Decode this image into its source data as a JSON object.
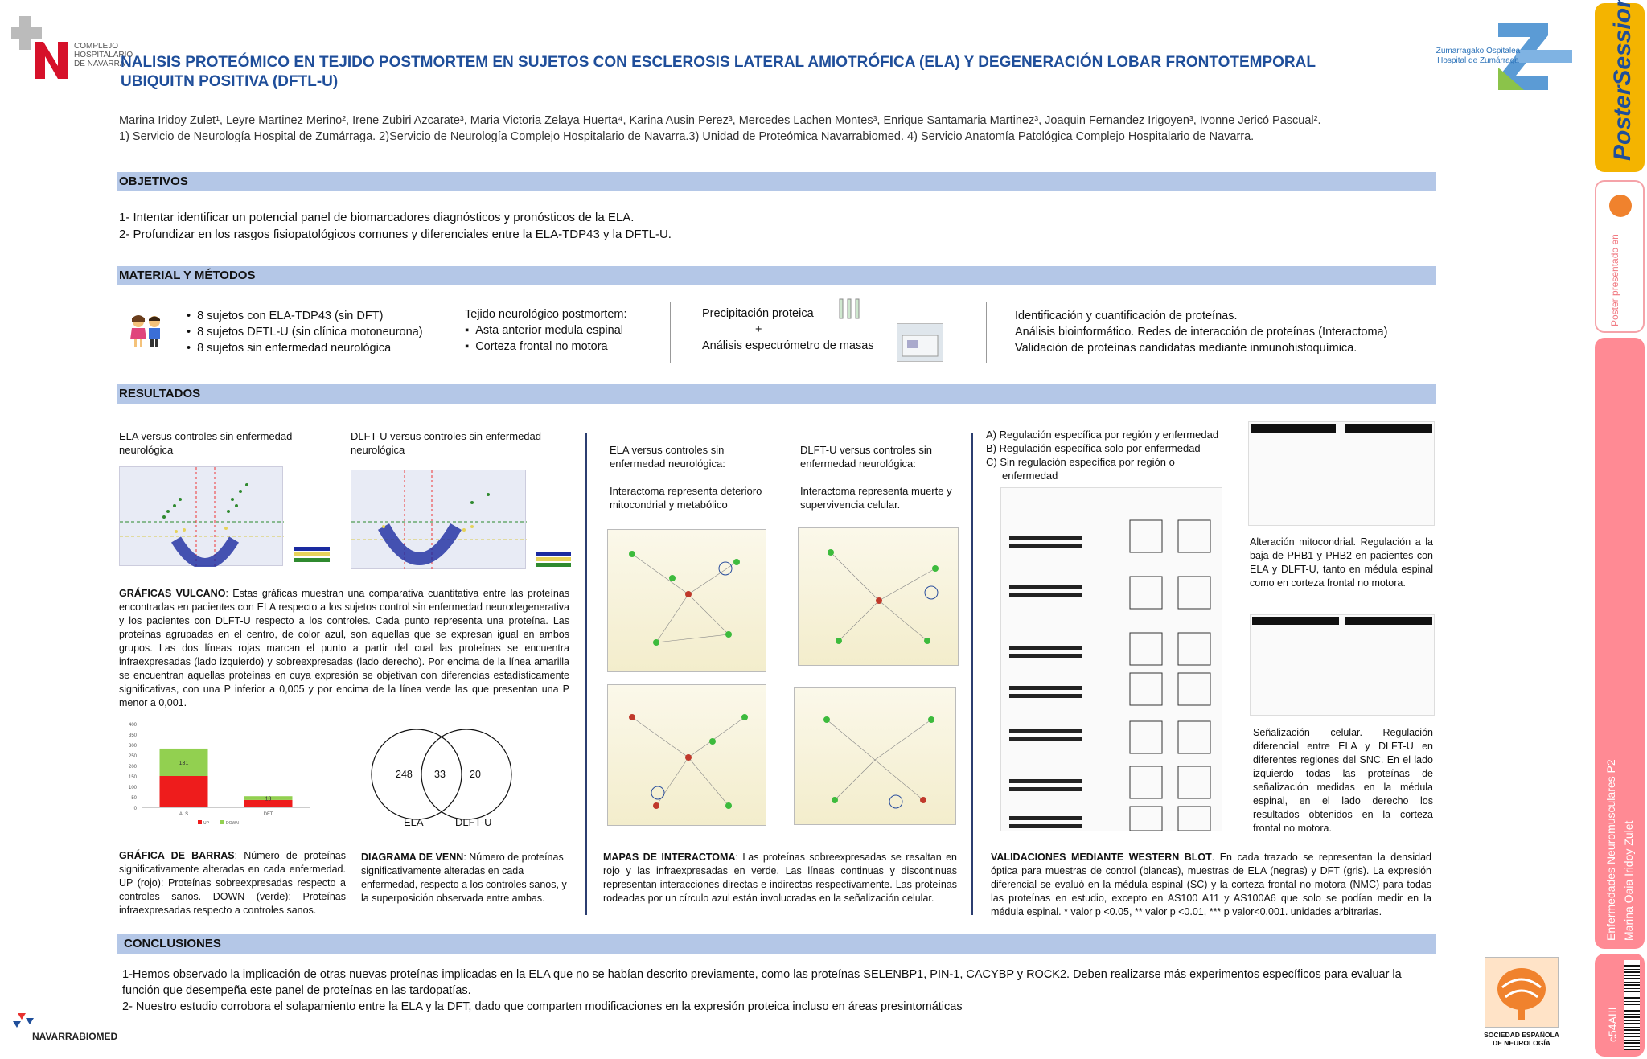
{
  "header": {
    "logo_left_text": "COMPLEJO HOSPITALARIO DE NAVARRA",
    "title": "NALISIS PROTEÓMICO EN TEJIDO  POSTMORTEM EN SUJETOS CON ESCLEROSIS LATERAL AMIOTRÓFICA (ELA) Y DEGENERACIÓN LOBAR FRONTOTEMPORAL UBIQUITN POSITIVA (DFTL-U)",
    "logo_right_text": "Zumarragako Ospitalea Hospital de Zumárraga",
    "authors": "Marina Iridoy Zulet¹, Leyre Martinez Merino², Irene Zubiri Azcarate³, Maria Victoria Zelaya Huerta⁴, Karina Ausin Perez³, Mercedes Lachen Montes³, Enrique Santamaria  Martinez³, Joaquin Fernandez Irigoyen³, Ivonne Jericó Pascual².",
    "affiliations": "1) Servicio de Neurología Hospital de Zumárraga. 2)Servicio de Neurología Complejo Hospitalario de Navarra.3) Unidad de Proteómica Navarrabiomed. 4) Servicio Anatomía Patológica Complejo Hospitalario de Navarra."
  },
  "objetivos": {
    "heading": "OBJETIVOS",
    "items": [
      "1- Intentar identificar un potencial panel de biomarcadores diagnósticos y pronósticos de la ELA.",
      "2- Profundizar en los rasgos fisiopatológicos comunes y diferenciales entre la ELA-TDP43 y la  DFTL-U."
    ]
  },
  "metodos": {
    "heading": "MATERIAL Y MÉTODOS",
    "subjects": [
      "8 sujetos con ELA-TDP43 (sin DFT)",
      "8 sujetos DFTL-U (sin clínica motoneurona)",
      "8 sujetos sin enfermedad neurológica"
    ],
    "tissue_title": "Tejido neurológico postmortem:",
    "tissue_items": [
      "Asta anterior medula espinal",
      "Corteza frontal no motora"
    ],
    "precip_line1": "Precipitación proteica",
    "precip_plus": "+",
    "precip_line2": "Análisis espectrómetro de masas",
    "analysis": [
      "Identificación y cuantificación de proteínas.",
      "Análisis bioinformático. Redes de interacción de proteínas (Interactoma)",
      "Validación de proteínas candidatas mediante inmunohistoquímica."
    ]
  },
  "resultados": {
    "heading": "RESULTADOS",
    "volcano_ela_label": "ELA versus controles sin enfermedad neurológica",
    "volcano_dftl_label": "DLFT-U versus controles sin enfermedad neurológica",
    "volcano_text_bold": "GRÁFICAS VULCANO",
    "volcano_text": ": Estas gráficas muestran una comparativa cuantitativa entre las proteínas encontradas en pacientes con ELA respecto a los sujetos control sin enfermedad neurodegenerativa y los pacientes con DLFT-U respecto a los controles. Cada punto representa una proteína. Las proteínas agrupadas en el centro, de color azul, son aquellas que se expresan igual en ambos grupos. Las dos líneas rojas marcan el punto a partir del cual las proteínas se encuentra infraexpresadas (lado izquierdo) y sobreexpresadas (lado derecho). Por encima de la línea amarilla se encuentran aquellas proteínas en cuya expresión se objetivan con diferencias estadísticamente significativas, con una P inferior a 0,005 y por encima de la línea verde las que presentan una P menor a 0,001.",
    "bar_text_bold": "GRÁFICA DE BARRAS",
    "bar_text": ": Número de proteínas significativamente alteradas en cada enfermedad. UP (rojo): Proteínas sobreexpresadas respecto a controles sanos. DOWN (verde): Proteínas infraexpresadas respecto a controles sanos.",
    "venn": {
      "left_only": "248",
      "overlap": "33",
      "right_only": "20",
      "left_label": "ELA",
      "right_label": "DLFT-U"
    },
    "venn_text_bold": "DIAGRAMA DE VENN",
    "venn_text": ": Número de proteínas significativamente alteradas en cada enfermedad, respecto a los controles sanos, y la superposición observada entre ambas.",
    "net_ela_label": "ELA versus controles sin enfermedad neurológica:",
    "net_ela_desc": "Interactoma representa deterioro mitocondrial y metabólico",
    "net_dftl_label": "DLFT-U versus controles sin enfermedad neurológica:",
    "net_dftl_desc": "Interactoma representa muerte y supervivencia celular.",
    "net_text_bold": "MAPAS DE INTERACTOMA",
    "net_text": ": Las proteínas sobreexpresadas se resaltan en rojo y las infraexpresadas en verde. Las líneas continuas y discontinuas representan interacciones directas e indirectas respectivamente. Las proteínas rodeadas por un círculo azul están involucradas en la señalización celular.",
    "wb_list": [
      "A)  Regulación específica por región y enfermedad",
      "B)  Regulación específica solo por enfermedad",
      "C)  Sin regulación específica por región o enfermedad"
    ],
    "wb_text_bold": "VALIDACIONES MEDIANTE WESTERN BLOT",
    "wb_text": ". En cada trazado se representan la densidad óptica para muestras de control (blancas), muestras de ELA (negras) y DFT (gris). La expresión diferencial se evaluó en la médula espinal (SC) y la corteza frontal no motora (NMC) para todas las proteínas en estudio, excepto en AS100 A11 y AS100A6 que solo se podían medir en la médula espinal. * valor p <0.05, ** valor p <0.01, *** p valor<0.001. unidades arbitrarias.",
    "mito_text": "Alteración mitocondrial. Regulación a la baja de PHB1 y PHB2 en pacientes con ELA y DLFT-U, tanto en médula espinal como en corteza frontal no motora.",
    "signal_text": "Señalización celular. Regulación diferencial entre ELA y DLFT-U en diferentes regiones del SNC. En el lado izquierdo todas las proteínas de señalización medidas en la médula espinal, en el lado derecho los resultados obtenidos en la corteza frontal no motora."
  },
  "conclusiones": {
    "heading": "CONCLUSIONES",
    "items": [
      "1-Hemos observado la implicación de otras nuevas proteínas implicadas en la ELA que no se habían descrito previamente, como las proteínas SELENBP1, PIN-1, CACYBP y ROCK2. Deben realizarse más experimentos específicos para evaluar la función que desempeña este panel de proteínas en las tardopatías.",
      "2- Nuestro estudio corrobora el solapamiento entre la ELA y la DFT, dado que comparten modificaciones en la expresión proteica incluso en áreas presintomáticas"
    ]
  },
  "footer": {
    "navarrabiomed": "NAVARRABIOMED",
    "sen_line1": "SOCIEDAD ESPAÑOLA",
    "sen_line2": "DE NEUROLOGÍA"
  },
  "sidebar": {
    "poster_session": "PosterSessionOnline",
    "presentado": "Poster presentado en",
    "category": "Enfermedades Neuromusculares P2",
    "author": "Marina Oaia Iridoy Zulet",
    "code": "c54AIII"
  },
  "chart_data": [
    {
      "type": "bar",
      "categories": [
        "ALS",
        "DFT"
      ],
      "series": [
        {
          "name": "UP",
          "values": [
            150,
            35
          ]
        },
        {
          "name": "DOWN",
          "values": [
            131,
            18
          ]
        }
      ],
      "data_labels": [
        "131",
        "18"
      ],
      "ylim": [
        0,
        400
      ],
      "yticks": [
        0,
        50,
        100,
        150,
        200,
        250,
        300,
        350,
        400
      ],
      "colors": {
        "UP": "#ee1c1c",
        "DOWN": "#92d050"
      },
      "legend_position": "bottom"
    }
  ]
}
